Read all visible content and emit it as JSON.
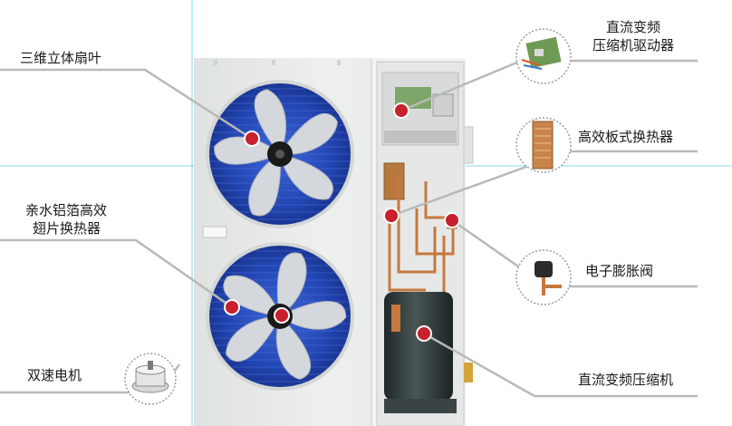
{
  "labels": {
    "fan_blade": "三维立体扇叶",
    "dc_driver_line1": "直流变频",
    "dc_driver_line2": "压缩机驱动器",
    "plate_exchanger": "高效板式换热器",
    "fin_exchanger_line1": "亲水铝箔高效",
    "fin_exchanger_line2": "翅片换热器",
    "expansion_valve": "电子膨胀阀",
    "dual_speed_motor": "双速电机",
    "dc_compressor": "直流变频压缩机"
  },
  "colors": {
    "marker": "#c8202c",
    "leader_line": "#b9b9b9",
    "guide_line": "#5fd3e0",
    "fan_ring": "#1e3ea0",
    "fan_blade": "#d4d8dd",
    "housing": "#e9ebea",
    "compressor": "#2f3a3a",
    "copper": "#c7783d"
  }
}
